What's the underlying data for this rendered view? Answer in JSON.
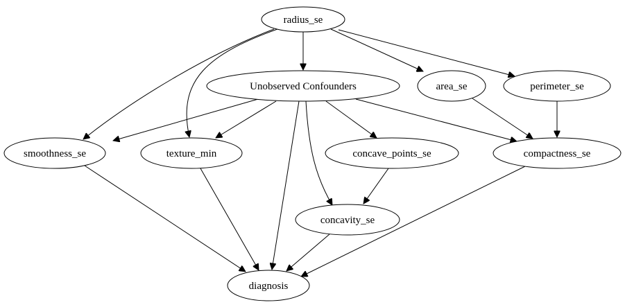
{
  "graph": {
    "nodes": [
      {
        "id": "radius_se",
        "label": "radius_se"
      },
      {
        "id": "unobserved",
        "label": "Unobserved Confounders"
      },
      {
        "id": "area_se",
        "label": "area_se"
      },
      {
        "id": "perimeter_se",
        "label": "perimeter_se"
      },
      {
        "id": "smoothness_se",
        "label": "smoothness_se"
      },
      {
        "id": "texture_min",
        "label": "texture_min"
      },
      {
        "id": "concave_points_se",
        "label": "concave_points_se"
      },
      {
        "id": "compactness_se",
        "label": "compactness_se"
      },
      {
        "id": "concavity_se",
        "label": "concavity_se"
      },
      {
        "id": "diagnosis",
        "label": "diagnosis"
      }
    ],
    "edges": [
      {
        "from": "radius_se",
        "to": "unobserved"
      },
      {
        "from": "radius_se",
        "to": "area_se"
      },
      {
        "from": "radius_se",
        "to": "perimeter_se"
      },
      {
        "from": "radius_se",
        "to": "smoothness_se"
      },
      {
        "from": "radius_se",
        "to": "texture_min"
      },
      {
        "from": "unobserved",
        "to": "smoothness_se"
      },
      {
        "from": "unobserved",
        "to": "texture_min"
      },
      {
        "from": "unobserved",
        "to": "concave_points_se"
      },
      {
        "from": "unobserved",
        "to": "compactness_se"
      },
      {
        "from": "unobserved",
        "to": "concavity_se"
      },
      {
        "from": "unobserved",
        "to": "diagnosis"
      },
      {
        "from": "area_se",
        "to": "compactness_se"
      },
      {
        "from": "perimeter_se",
        "to": "compactness_se"
      },
      {
        "from": "concave_points_se",
        "to": "concavity_se"
      },
      {
        "from": "smoothness_se",
        "to": "diagnosis"
      },
      {
        "from": "texture_min",
        "to": "diagnosis"
      },
      {
        "from": "concavity_se",
        "to": "diagnosis"
      },
      {
        "from": "compactness_se",
        "to": "diagnosis"
      }
    ]
  }
}
